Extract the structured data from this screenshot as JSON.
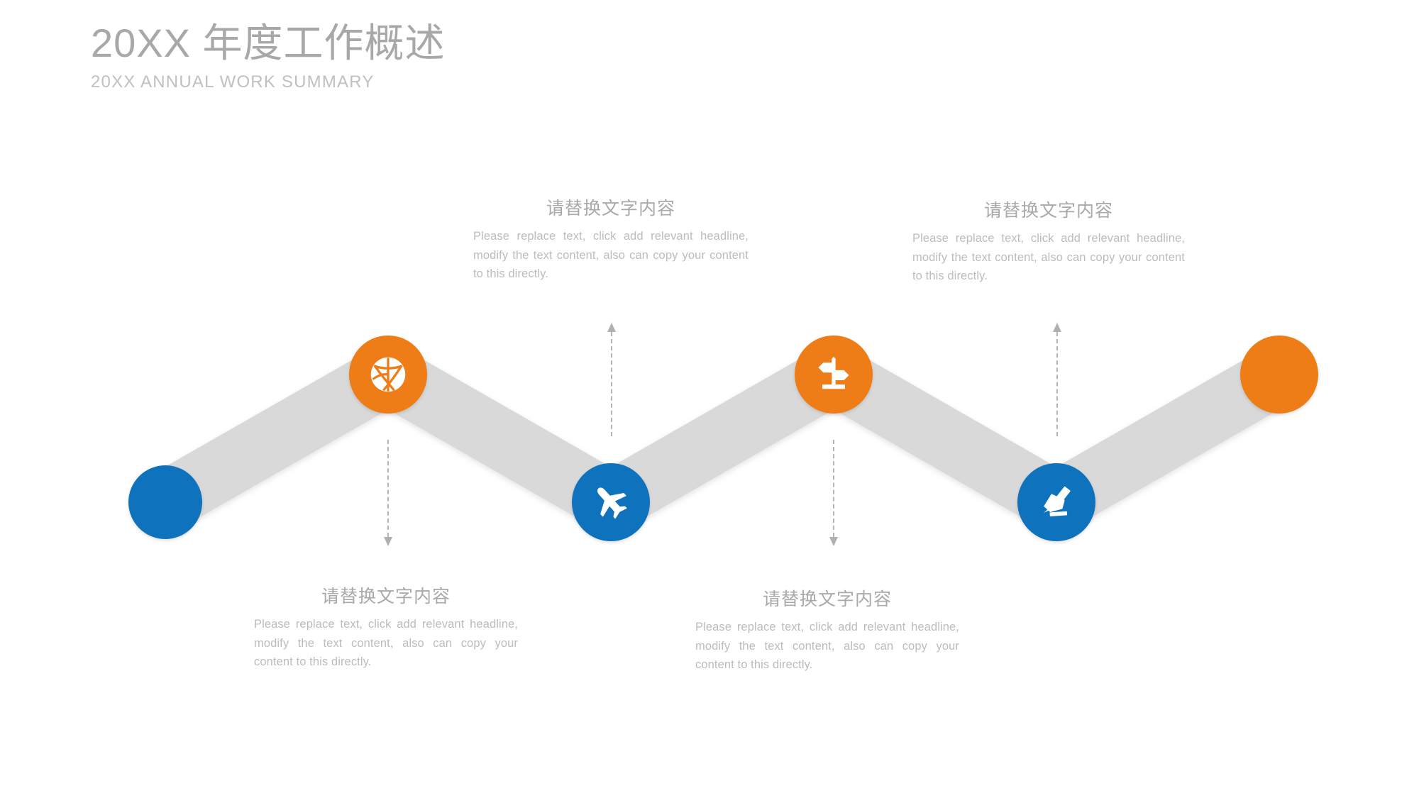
{
  "header": {
    "title": "20XX 年度工作概述",
    "subtitle": "20XX ANNUAL WORK SUMMARY"
  },
  "colors": {
    "blue": "#0f72bd",
    "orange": "#ef7d17",
    "ribbon_gray": "#d9d9d9",
    "title_gray": "#a8a8a8",
    "body_gray": "#bcbcbc",
    "connector_gray": "#b4b4b4"
  },
  "diagram": {
    "type": "zigzag-timeline",
    "nodes": [
      {
        "id": "node-start",
        "icon": "plain-circle",
        "color": "blue",
        "label": ""
      },
      {
        "id": "node-basketball",
        "icon": "basketball-icon",
        "color": "orange",
        "label": ""
      },
      {
        "id": "node-airplane",
        "icon": "airplane-icon",
        "color": "blue",
        "label": ""
      },
      {
        "id": "node-signpost",
        "icon": "signpost-icon",
        "color": "orange",
        "label": ""
      },
      {
        "id": "node-pen",
        "icon": "pen-nib-icon",
        "color": "blue",
        "label": ""
      },
      {
        "id": "node-end",
        "icon": "plain-circle",
        "color": "orange",
        "label": ""
      }
    ],
    "connectors": [
      {
        "id": "connector-1",
        "direction": "down",
        "target": "text-block-1"
      },
      {
        "id": "connector-2",
        "direction": "up",
        "target": "text-block-2"
      },
      {
        "id": "connector-3",
        "direction": "down",
        "target": "text-block-3"
      },
      {
        "id": "connector-4",
        "direction": "up",
        "target": "text-block-4"
      }
    ]
  },
  "text_blocks": [
    {
      "id": "text-block-2",
      "position": "top",
      "title": "请替换文字内容",
      "body": "Please replace text, click add relevant headline, modify the text content, also can copy your content to this directly."
    },
    {
      "id": "text-block-4",
      "position": "top",
      "title": "请替换文字内容",
      "body": "Please replace text, click add relevant headline, modify the text content, also can copy your content to this directly."
    },
    {
      "id": "text-block-1",
      "position": "bottom",
      "title": "请替换文字内容",
      "body": "Please replace text, click add relevant headline, modify the text content, also can copy your content to this directly."
    },
    {
      "id": "text-block-3",
      "position": "bottom",
      "title": "请替换文字内容",
      "body": "Please replace text, click add relevant headline, modify the text content, also can copy your content to this directly."
    }
  ]
}
